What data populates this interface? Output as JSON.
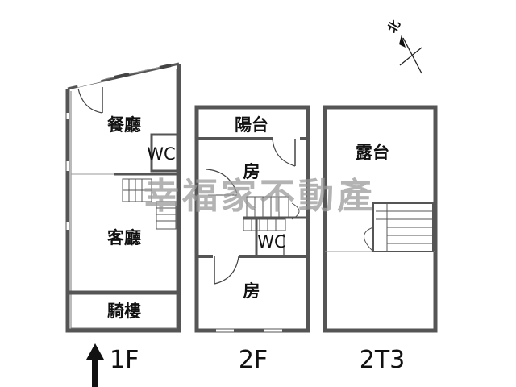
{
  "compass": {
    "north_label": "北"
  },
  "watermark": {
    "text": "幸福家不動產"
  },
  "floors": [
    {
      "id": "1F",
      "label": "1F",
      "rooms": [
        {
          "key": "dining",
          "label": "餐廳"
        },
        {
          "key": "wc",
          "label": "WC"
        },
        {
          "key": "living",
          "label": "客廳"
        },
        {
          "key": "arcade",
          "label": "騎樓"
        }
      ]
    },
    {
      "id": "2F",
      "label": "2F",
      "rooms": [
        {
          "key": "balcony",
          "label": "陽台"
        },
        {
          "key": "room_north",
          "label": "房"
        },
        {
          "key": "wc",
          "label": "WC"
        },
        {
          "key": "room_south",
          "label": "房"
        }
      ]
    },
    {
      "id": "2T3",
      "label": "2T3",
      "rooms": [
        {
          "key": "terrace",
          "label": "露台"
        }
      ]
    }
  ],
  "colors": {
    "wall": "#555555",
    "line": "#333333",
    "watermark": "#9a9a9a"
  }
}
